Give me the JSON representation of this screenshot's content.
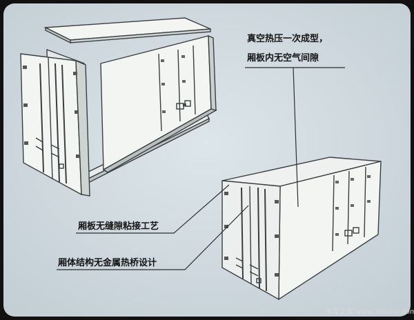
{
  "annotations": {
    "top_right": {
      "line1": "真空热压一次成型，",
      "line2": "厢板内无空气间隙"
    },
    "left_mid": "厢板无缝隙粘接工艺",
    "left_low": "厢体结构无金属热桥设计"
  },
  "watermark": "卡车之家 www.360che.com",
  "colors": {
    "background": "#cfd9df",
    "panel": "#f4f6f3",
    "line": "#3a3e40"
  }
}
